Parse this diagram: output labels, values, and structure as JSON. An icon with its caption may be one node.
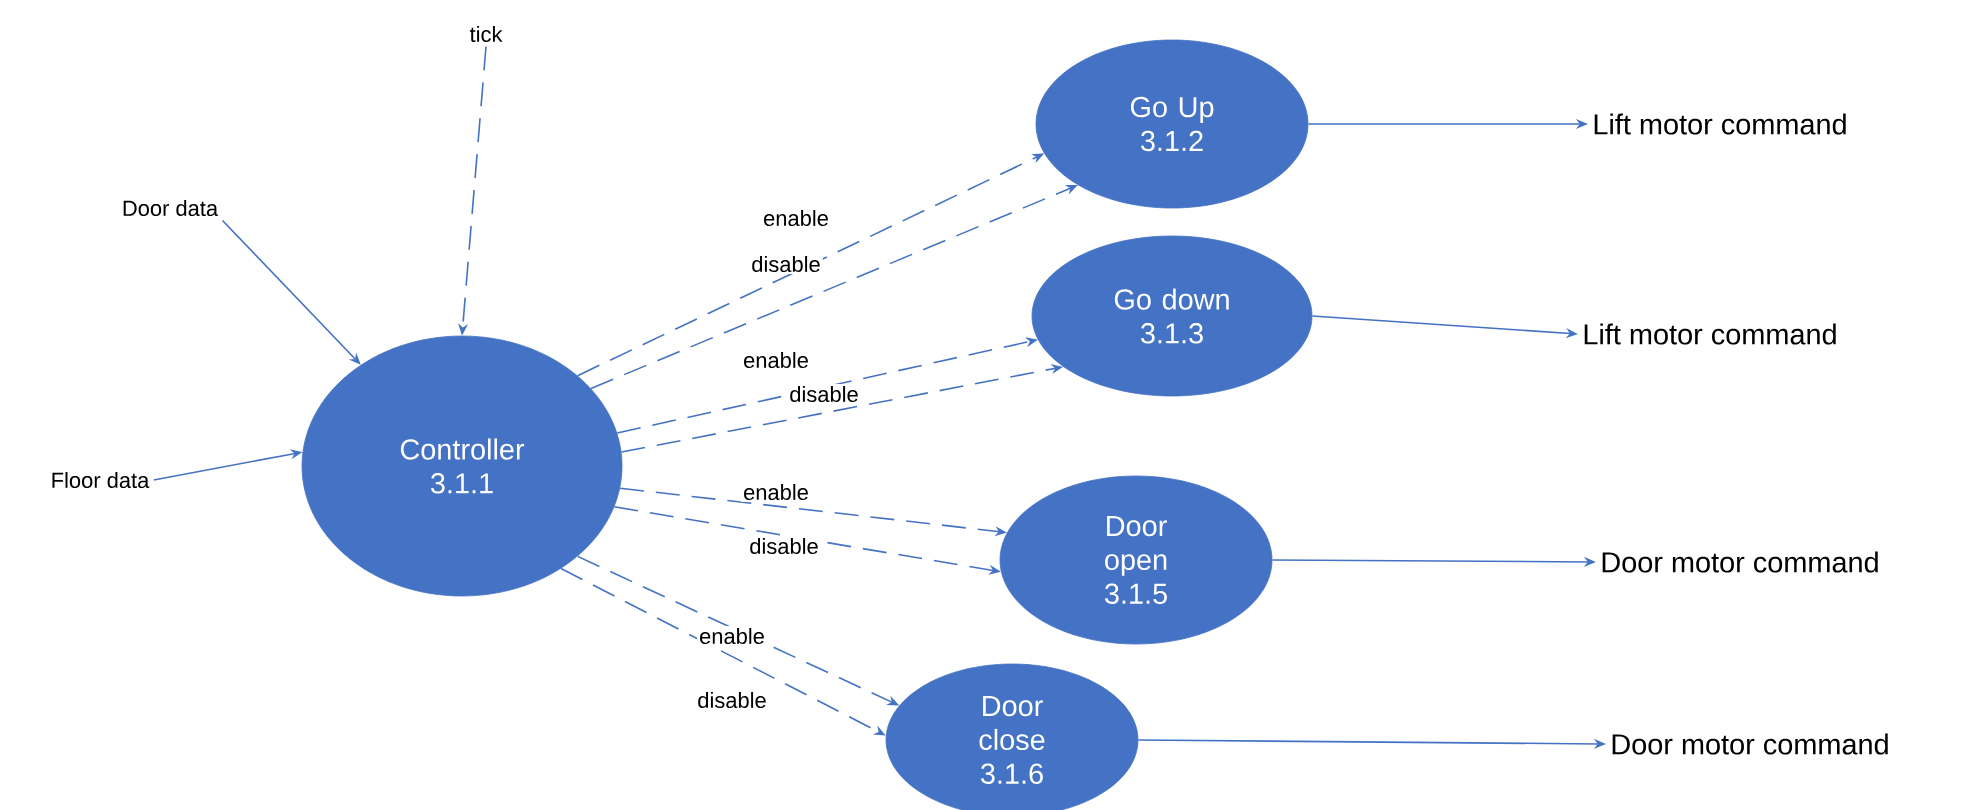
{
  "diagram": {
    "nodes": [
      {
        "text": [
          "tick"
        ]
      },
      {
        "text": [
          "Door data"
        ]
      },
      {
        "text": [
          "Floor data"
        ]
      },
      {
        "text": [
          "Controller",
          "3.1.1"
        ]
      },
      {
        "text": [
          "Go Up",
          "3.1.2"
        ]
      },
      {
        "text": [
          "Go down",
          "3.1.3"
        ]
      },
      {
        "text": [
          "Door open",
          "3.1.5"
        ]
      },
      {
        "text": [
          "Door close",
          "3.1.6"
        ]
      },
      {
        "text": [
          "Lift motor command"
        ]
      },
      {
        "text": [
          "Lift motor command"
        ]
      },
      {
        "text": [
          "Door motor command"
        ]
      },
      {
        "text": [
          "Door motor command"
        ]
      }
    ],
    "edges": [
      {
        "from": 0,
        "to": 3,
        "arrow": "to",
        "style": "dashed"
      },
      {
        "from": 1,
        "to": 3,
        "arrow": "to"
      },
      {
        "from": 2,
        "to": 3,
        "arrow": "to"
      },
      {
        "from": 3,
        "to": 4,
        "label": "enable",
        "arrow": "to",
        "style": "dashed"
      },
      {
        "from": 3,
        "to": 4,
        "label": "disable",
        "arrow": "to",
        "style": "dashed"
      },
      {
        "from": 3,
        "to": 5,
        "label": "enable",
        "arrow": "to",
        "style": "dashed"
      },
      {
        "from": 3,
        "to": 5,
        "label": "disable",
        "arrow": "to",
        "style": "dashed"
      },
      {
        "from": 3,
        "to": 6,
        "label": "enable",
        "arrow": "to",
        "style": "dashed"
      },
      {
        "from": 3,
        "to": 6,
        "label": "disable",
        "arrow": "to",
        "style": "dashed"
      },
      {
        "from": 3,
        "to": 7,
        "label": "enable",
        "arrow": "to",
        "style": "dashed"
      },
      {
        "from": 3,
        "to": 7,
        "label": "disable",
        "arrow": "to",
        "style": "dashed"
      },
      {
        "from": 4,
        "to": 8,
        "arrow": "to"
      },
      {
        "from": 5,
        "to": 9,
        "arrow": "to"
      },
      {
        "from": 6,
        "to": 10,
        "arrow": "to"
      },
      {
        "from": 7,
        "to": 11,
        "arrow": "to"
      }
    ]
  }
}
